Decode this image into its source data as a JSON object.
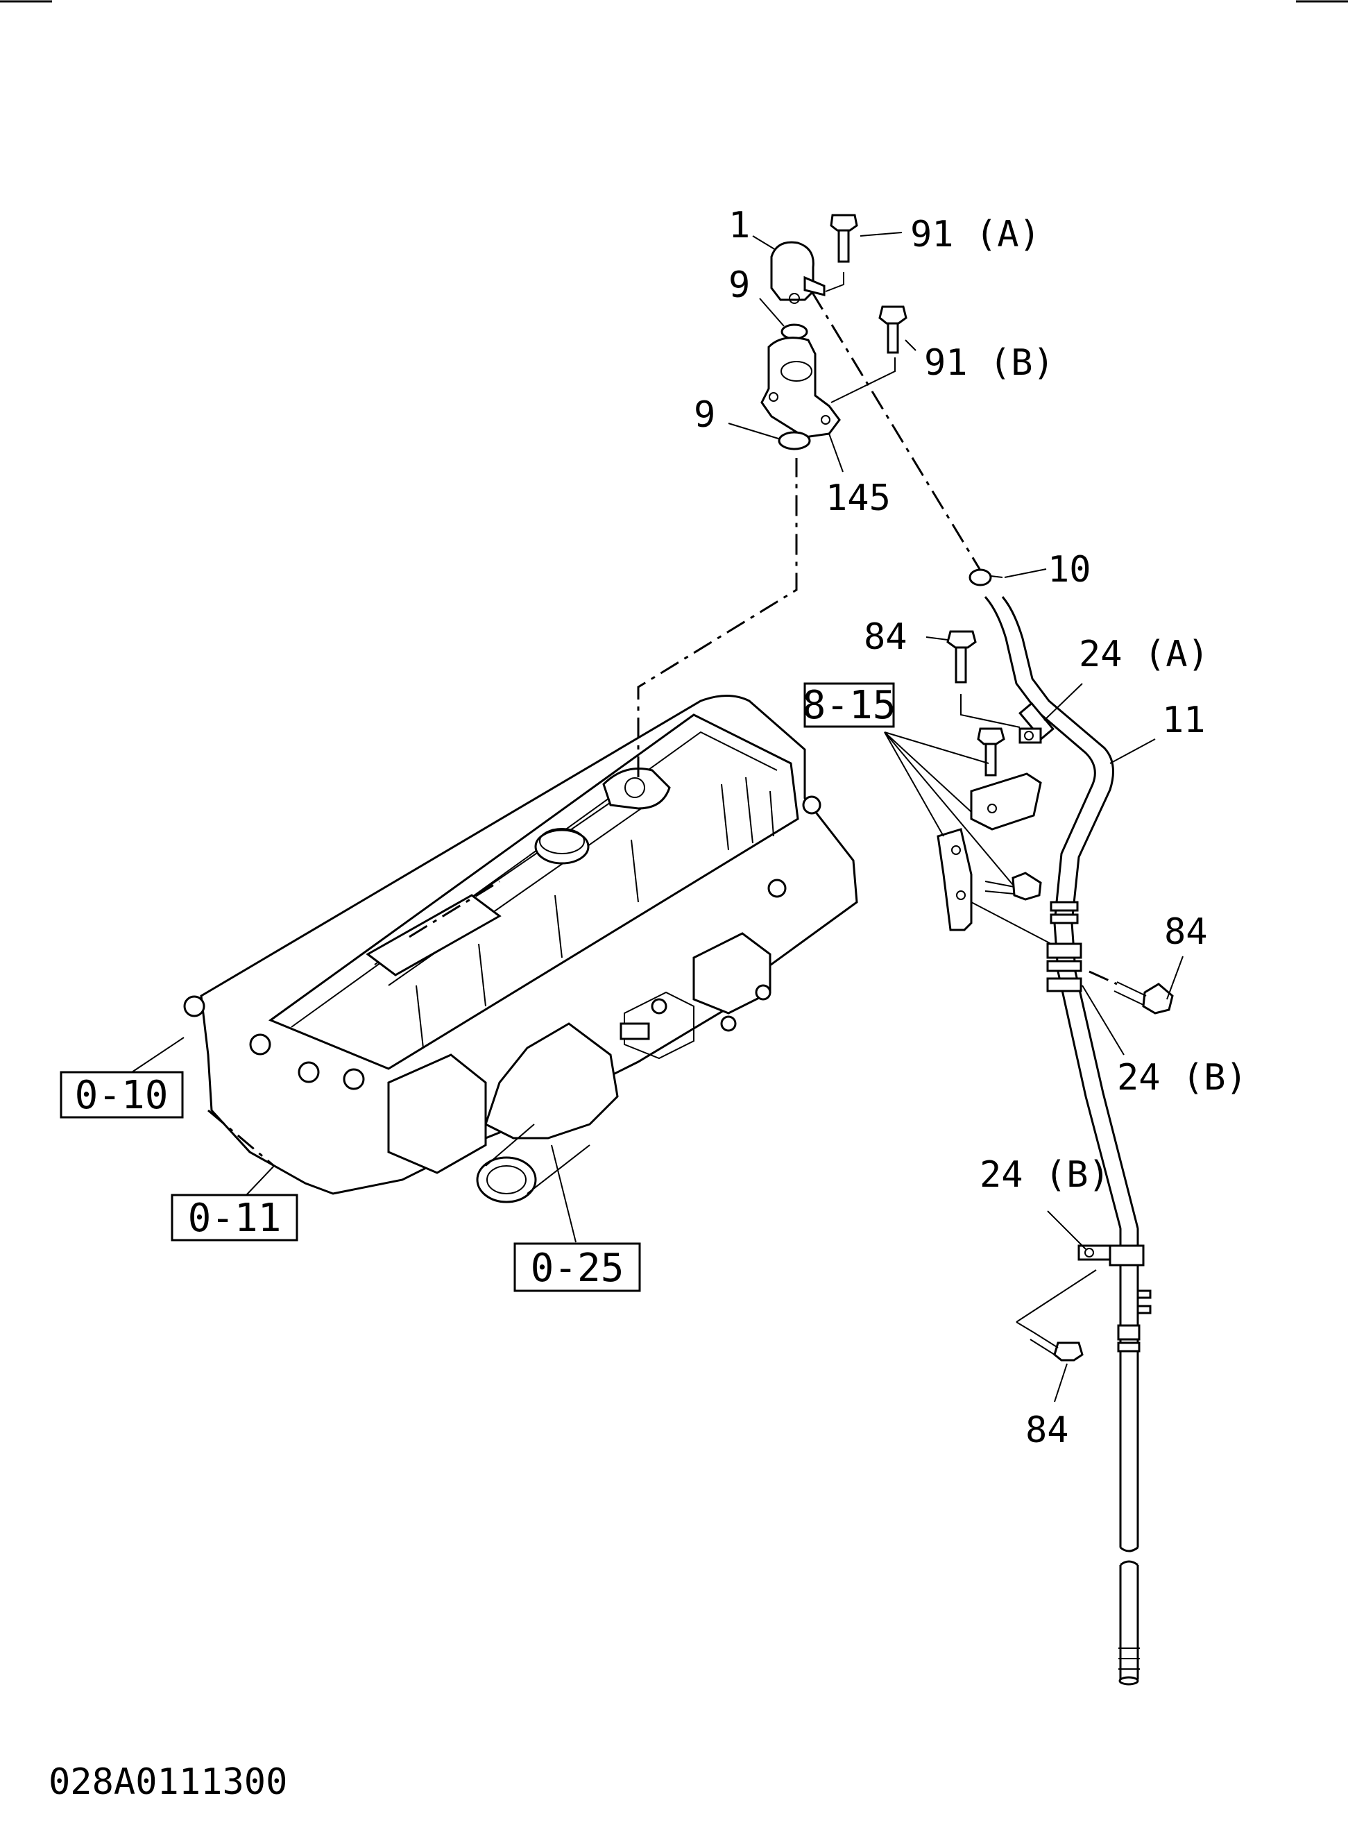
{
  "callouts": {
    "c1": "1",
    "c91a": "91 (A)",
    "c9a": "9",
    "c91b": "91 (B)",
    "c9b": "9",
    "c145": "145",
    "c10": "10",
    "c84a": "84",
    "c24a": "24 (A)",
    "c11": "11",
    "c84b": "84",
    "c24b1": "24 (B)",
    "c24b2": "24 (B)",
    "c84c": "84"
  },
  "refs": {
    "r815": "8-15",
    "r010": "0-10",
    "r011": "0-11",
    "r025": "0-25"
  },
  "footer": {
    "drawing_number": "028A0111300"
  }
}
